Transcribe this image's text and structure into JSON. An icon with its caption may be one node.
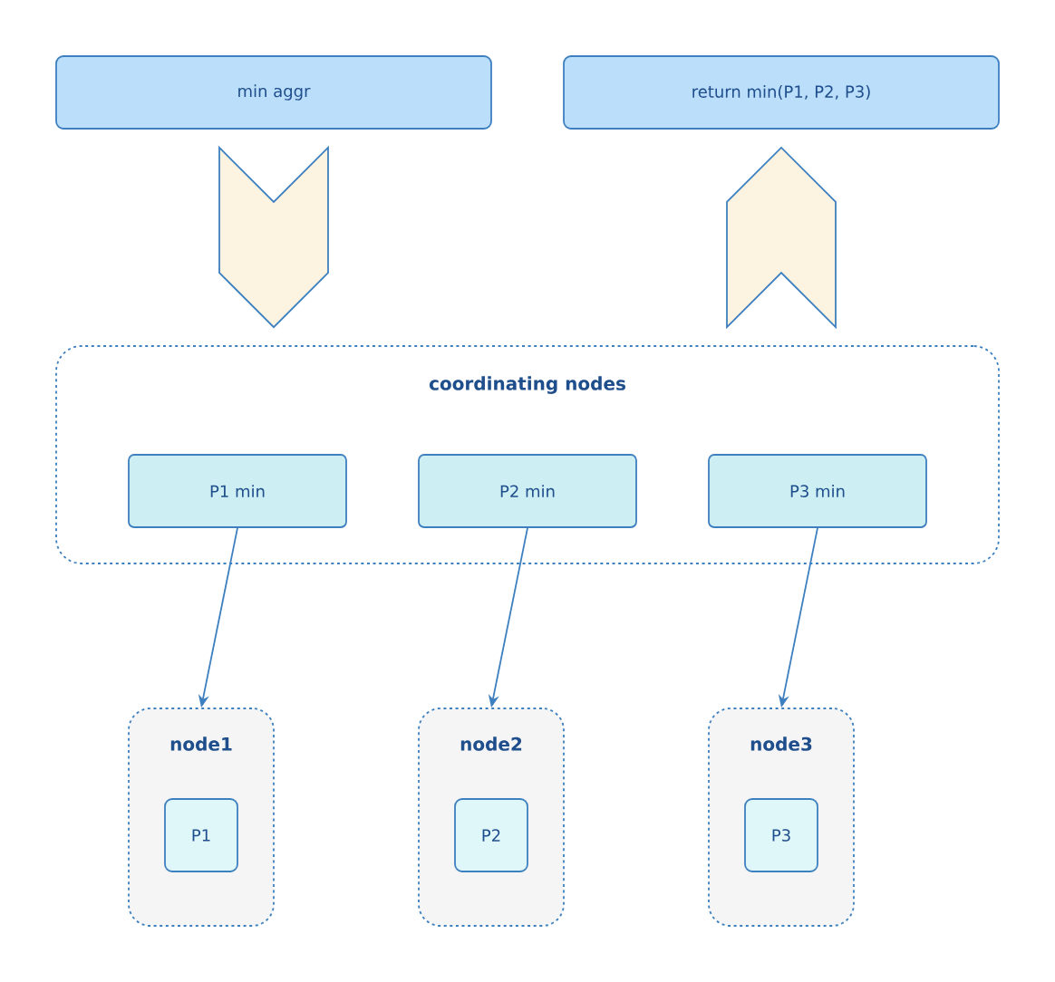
{
  "diagram": {
    "nodes": [
      {
        "text": [
          "min aggr"
        ]
      },
      {
        "text": [
          "return min(P1, P2, P3)"
        ]
      },
      {
        "text": [
          "coordinating nodes"
        ]
      },
      {
        "text": [
          "P1 min"
        ],
        "in": 2
      },
      {
        "text": [
          "P2 min"
        ],
        "in": 2
      },
      {
        "text": [
          "P3 min"
        ],
        "in": 2
      },
      {
        "text": [
          "node1"
        ]
      },
      {
        "text": [
          "P1"
        ],
        "in": 6
      },
      {
        "text": [
          "node2"
        ]
      },
      {
        "text": [
          "P2"
        ],
        "in": 8
      },
      {
        "text": [
          "node3"
        ]
      },
      {
        "text": [
          "P3"
        ],
        "in": 10
      }
    ],
    "edges": [
      {
        "from": 0,
        "to": 2,
        "arrow": "to",
        "style": "thick"
      },
      {
        "from": 2,
        "to": 1,
        "arrow": "to",
        "style": "thick"
      },
      {
        "from": 3,
        "to": 6,
        "arrow": "to"
      },
      {
        "from": 4,
        "to": 8,
        "arrow": "to"
      },
      {
        "from": 5,
        "to": 10,
        "arrow": "to"
      }
    ]
  }
}
